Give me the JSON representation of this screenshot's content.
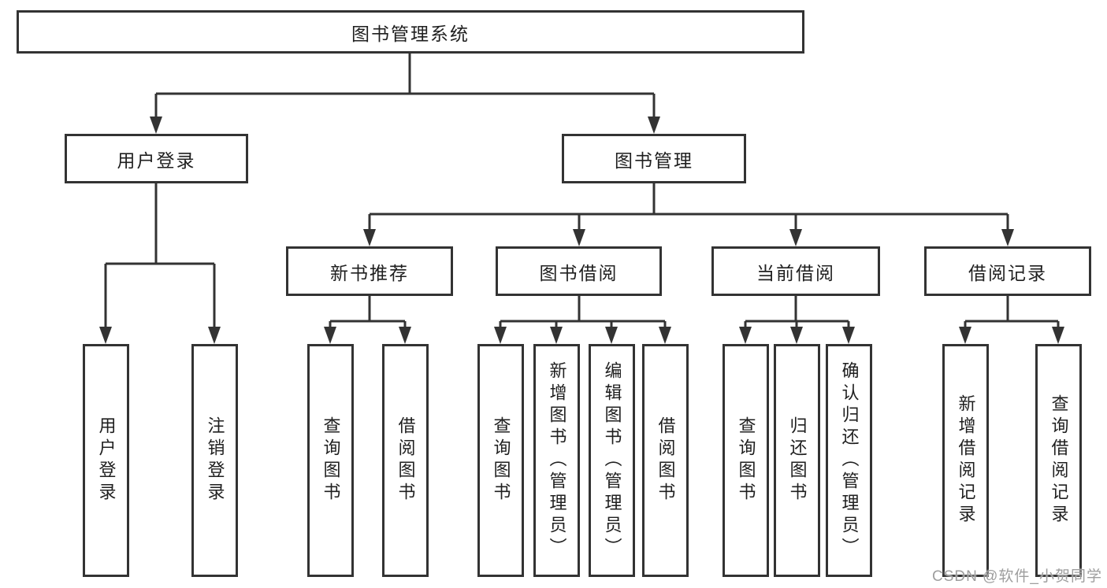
{
  "tree": {
    "root": "图书管理系统",
    "level2": [
      {
        "label": "用户登录",
        "children": [
          "用户登录",
          "注销登录"
        ]
      },
      {
        "label": "图书管理",
        "sections": [
          {
            "label": "新书推荐",
            "children": [
              "查询图书",
              "借阅图书"
            ]
          },
          {
            "label": "图书借阅",
            "children": [
              "查询图书",
              "新增图书（管理员）",
              "编辑图书（管理员）",
              "借阅图书"
            ]
          },
          {
            "label": "当前借阅",
            "children": [
              "查询图书",
              "归还图书",
              "确认归还（管理员）"
            ]
          },
          {
            "label": "借阅记录",
            "children": [
              "新增借阅记录",
              "查询借阅记录"
            ]
          }
        ]
      }
    ]
  },
  "watermark": "CSDN @软件_小贺同学",
  "colors": {
    "line": "#333333",
    "box_border": "#333333",
    "box_fill": "#ffffff",
    "text": "#1f1f1f",
    "watermark": "#9e9e9e",
    "background": "#ffffff"
  }
}
